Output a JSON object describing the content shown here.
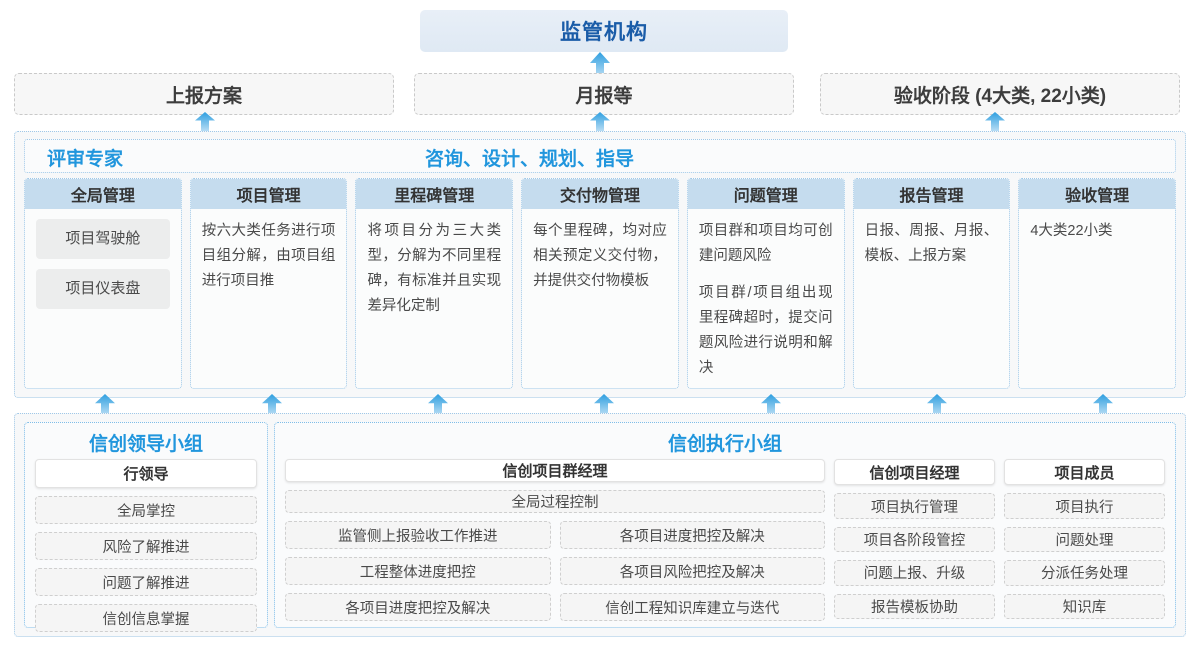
{
  "colors": {
    "accent_blue": "#2196dd",
    "title_blue": "#1a5ca8",
    "col_header_bg": "#c5dcee",
    "panel_bg": "#f7f8f9",
    "arrow_blue": "#3aa5e0"
  },
  "regulator": {
    "label": "监管机构"
  },
  "reports_row": [
    {
      "label": "上报方案"
    },
    {
      "label": "月报等"
    },
    {
      "label": "验收阶段 (4大类, 22小类)"
    }
  ],
  "platform": {
    "group_labels": [
      {
        "label": "评审专家"
      },
      {
        "label": "咨询、设计、规划、指导"
      }
    ],
    "columns": [
      {
        "title": "全局管理",
        "chips": [
          "项目驾驶舱",
          "项目仪表盘"
        ],
        "paragraphs": []
      },
      {
        "title": "项目管理",
        "chips": [],
        "paragraphs": [
          "按六大类任务进行项目组分解，由项目组进行项目推"
        ]
      },
      {
        "title": "里程碑管理",
        "chips": [],
        "paragraphs": [
          "将项目分为三大类型，分解为不同里程碑，有标准并且实现差异化定制"
        ]
      },
      {
        "title": "交付物管理",
        "chips": [],
        "paragraphs": [
          "每个里程碑，均对应相关预定义交付物，并提供交付物模板"
        ]
      },
      {
        "title": "问题管理",
        "chips": [],
        "paragraphs": [
          "项目群和项目均可创建问题风险",
          "项目群/项目组出现里程碑超时，提交问题风险进行说明和解决"
        ]
      },
      {
        "title": "报告管理",
        "chips": [],
        "paragraphs": [
          "日报、周报、月报、模板、上报方案"
        ]
      },
      {
        "title": "验收管理",
        "chips": [],
        "paragraphs": [
          "4大类22小类"
        ]
      }
    ]
  },
  "teams": {
    "leading": {
      "title": "信创领导小组",
      "role": "行领导",
      "items": [
        "全局掌控",
        "风险了解推进",
        "问题了解推进",
        "信创信息掌握"
      ]
    },
    "executing": {
      "title": "信创执行小组",
      "program_manager": {
        "role": "信创项目群经理",
        "full_item": "全局过程控制",
        "left_items": [
          "监管侧上报验收工作推进",
          "工程整体进度把控",
          "各项目进度把控及解决"
        ],
        "right_items": [
          "各项目进度把控及解决",
          "各项目风险把控及解决",
          "信创工程知识库建立与迭代"
        ]
      },
      "project_manager": {
        "role": "信创项目经理",
        "items": [
          "项目执行管理",
          "项目各阶段管控",
          "问题上报、升级",
          "报告模板协助"
        ]
      },
      "member": {
        "role": "项目成员",
        "items": [
          "项目执行",
          "问题处理",
          "分派任务处理",
          "知识库"
        ]
      }
    }
  }
}
